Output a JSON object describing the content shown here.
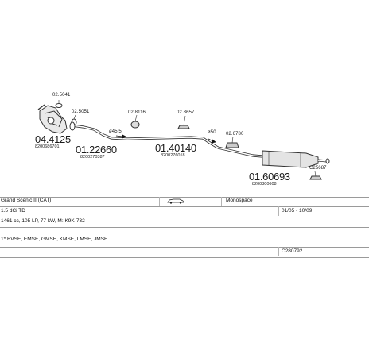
{
  "parts": [
    {
      "code": "04.4125",
      "ref": "8200686701",
      "name": "catalytic-converter"
    },
    {
      "code": "01.22660",
      "ref": "8200270387",
      "name": "front-pipe"
    },
    {
      "code": "01.40140",
      "ref": "8200276018",
      "name": "middle-pipe"
    },
    {
      "code": "01.60693",
      "ref": "8200300608",
      "name": "rear-silencer"
    }
  ],
  "accessories": {
    "a1": "02.5041",
    "a2": "02.5051",
    "a3": "02.8116",
    "a4": "02.8657",
    "a5": "02.6780",
    "a6": "C25687"
  },
  "diameters": {
    "d1": "ø45.5",
    "d2": "ø50"
  },
  "vehicle": {
    "model": "Grand Scenic II (CAT)",
    "body_type": "Monospace",
    "engine": "1.5 dCi TD",
    "years": "01/05 - 10/09",
    "spec": "1461 cc, 105 LP, 77 kW, M: K9K-732",
    "variants": "1* BVSE, EMSE, GMSE, KMSE, LMSE, JMSE",
    "catalogue": "C280792"
  }
}
